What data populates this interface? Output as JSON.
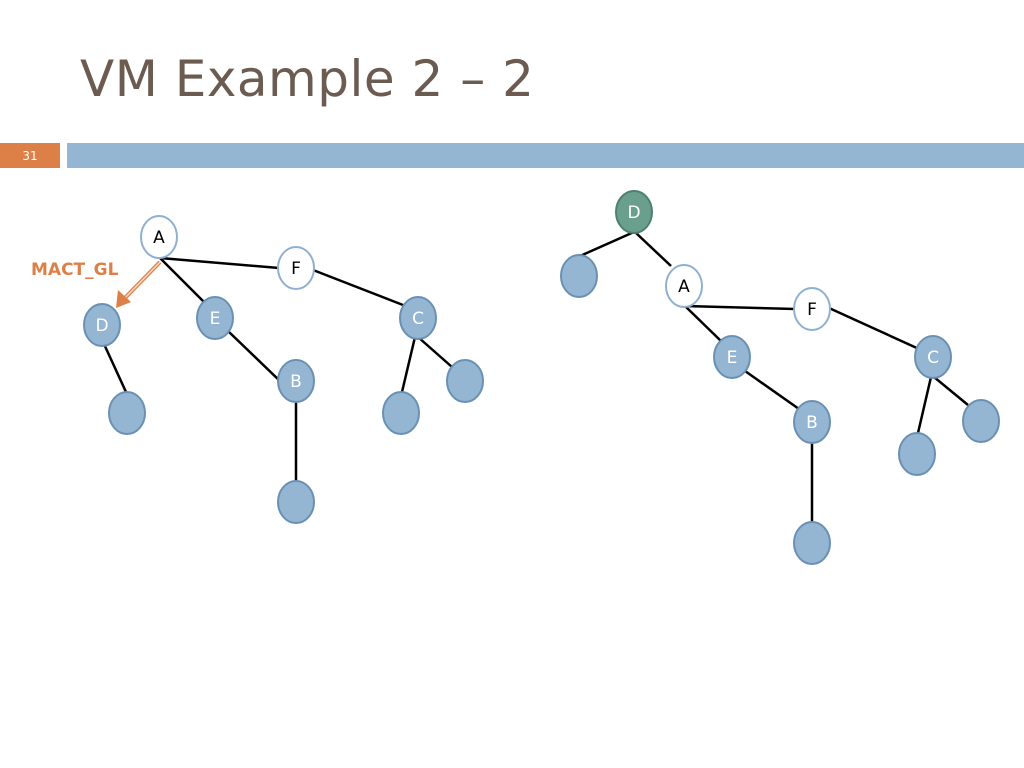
{
  "slide": {
    "title": "VM Example 2 – 2",
    "number": "31"
  },
  "colors": {
    "title": "#6b5b50",
    "accent_orange": "#dd8047",
    "band_blue": "#94b6d2",
    "node_blue": "#94b6d2",
    "node_green": "#6a9e8d"
  },
  "left_tree": {
    "nodes": {
      "a": "A",
      "f": "F",
      "d": "D",
      "e": "E",
      "c": "C",
      "b": "B"
    },
    "annotation": "MACT_GL"
  },
  "right_tree": {
    "nodes": {
      "d": "D",
      "a": "A",
      "f": "F",
      "e": "E",
      "c": "C",
      "b": "B"
    }
  }
}
